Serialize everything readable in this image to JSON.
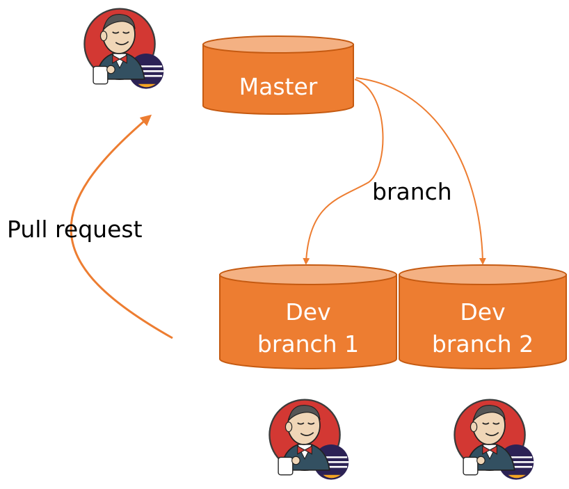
{
  "nodes": {
    "master": {
      "label": "Master"
    },
    "dev1": {
      "line1": "Dev",
      "line2": "branch 1"
    },
    "dev2": {
      "line1": "Dev",
      "line2": "branch 2"
    }
  },
  "edges": {
    "branch_label": "branch",
    "pull_request_label": "Pull request"
  },
  "icons": {
    "ci_logo": "jenkins-butler-icon"
  },
  "colors": {
    "cylinder_body": "#ED7D31",
    "cylinder_top": "#F4B183",
    "cylinder_stroke": "#C55A11",
    "arrow": "#ED7D31",
    "text": "#000000",
    "label_on_cylinder": "#FFFFFF"
  }
}
